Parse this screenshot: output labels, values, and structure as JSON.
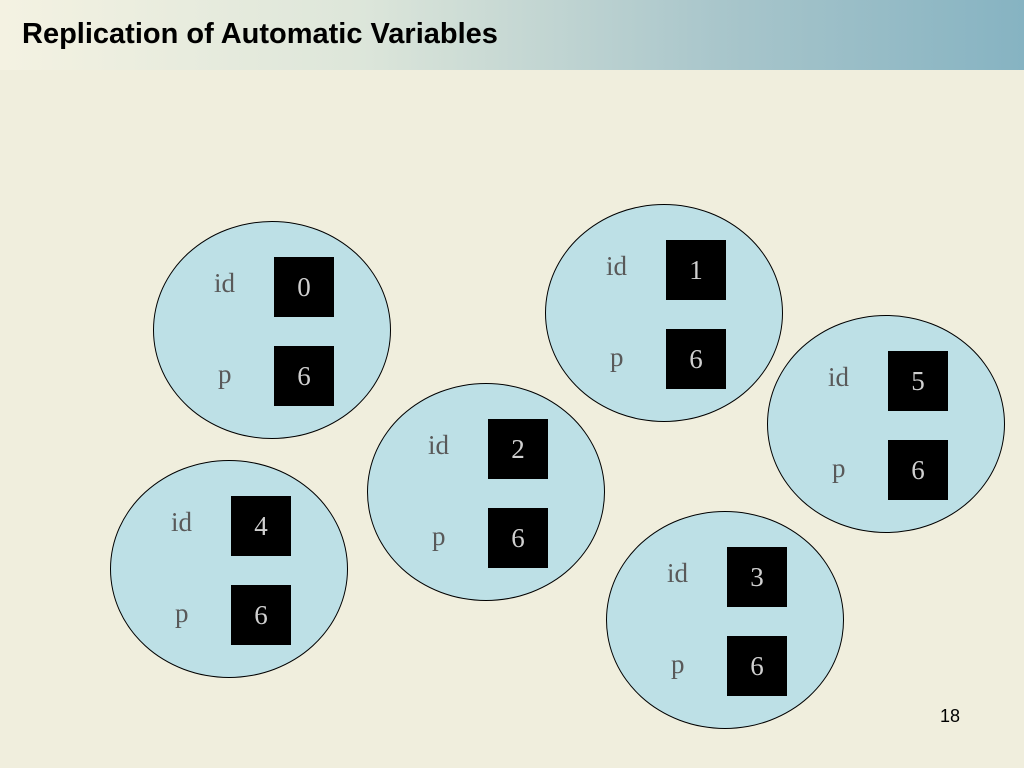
{
  "slide": {
    "title": "Replication of Automatic Variables",
    "page_number": "18"
  },
  "colors": {
    "background": "#f0eedd",
    "bubble_fill": "#bde0e6",
    "value_box": "#000000",
    "label_text": "#595959",
    "value_text": "#d0d0d0"
  },
  "threads": [
    {
      "id_label": "id",
      "id_value": "0",
      "p_label": "p",
      "p_value": "6"
    },
    {
      "id_label": "id",
      "id_value": "1",
      "p_label": "p",
      "p_value": "6"
    },
    {
      "id_label": "id",
      "id_value": "5",
      "p_label": "p",
      "p_value": "6"
    },
    {
      "id_label": "id",
      "id_value": "2",
      "p_label": "p",
      "p_value": "6"
    },
    {
      "id_label": "id",
      "id_value": "4",
      "p_label": "p",
      "p_value": "6"
    },
    {
      "id_label": "id",
      "id_value": "3",
      "p_label": "p",
      "p_value": "6"
    }
  ]
}
